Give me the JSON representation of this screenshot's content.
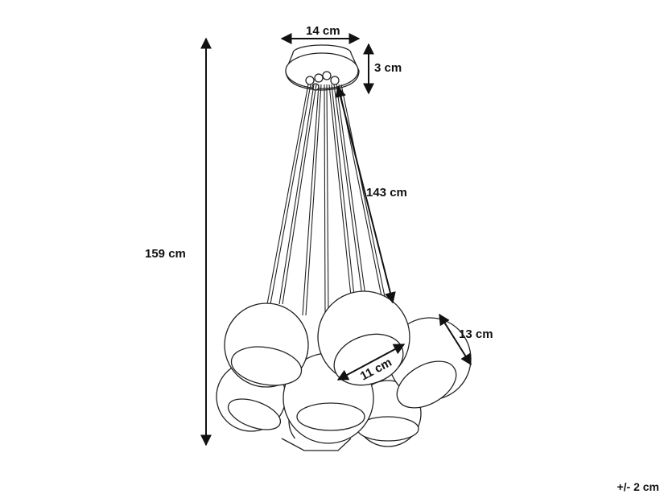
{
  "dimensions": {
    "canopy_width": "14 cm",
    "canopy_height": "3 cm",
    "cable_length": "143 cm",
    "total_height": "159 cm",
    "shade_depth": "13 cm",
    "shade_opening": "11 cm"
  },
  "tolerance": "+/- 2 cm",
  "colors": {
    "line": "#111111",
    "background": "#ffffff"
  }
}
